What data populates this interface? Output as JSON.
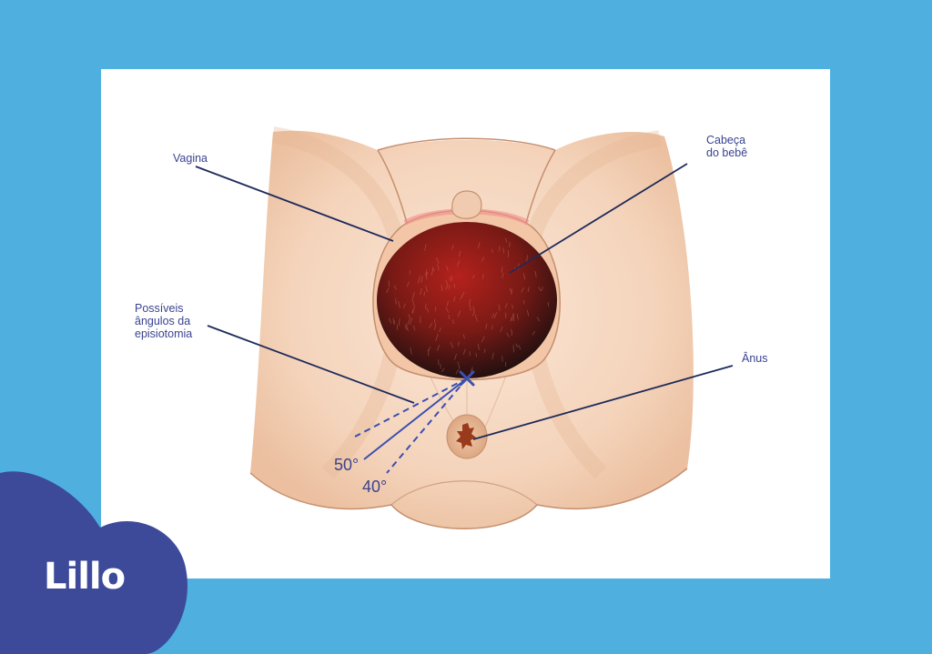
{
  "labels": {
    "vagina": "Vagina",
    "baby_head": "Cabeça\ndo bebê",
    "episiotomy": "Possíveis\nângulos da\nepisiotomia",
    "anus": "Ânus",
    "angle_50": "50°",
    "angle_40": "40°"
  },
  "brand": {
    "name": "Lillo"
  },
  "colors": {
    "background": "#4fb0e0",
    "panel": "#ffffff",
    "skin": "#f5d7c0",
    "skin_shadow": "#e9b996",
    "outline": "#c58f6e",
    "head_dark": "#3a1410",
    "head_red": "#b5211c",
    "leader_line": "#1e2a5a",
    "incision": "#3a4fb0",
    "logo_blob": "#3d4a9a"
  }
}
